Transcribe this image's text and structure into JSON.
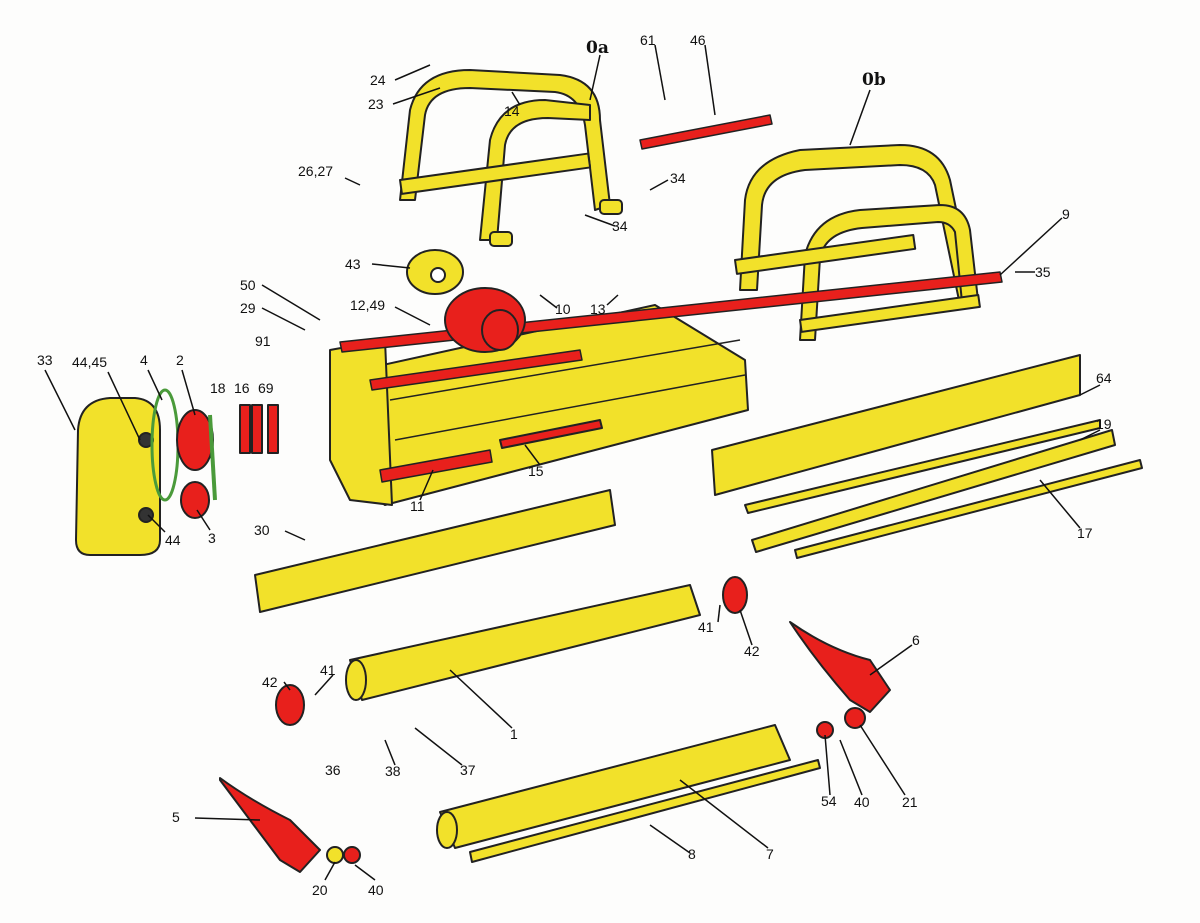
{
  "title": "Exploded parts diagram - flail mower",
  "frames": {
    "front_frame": "0a",
    "rear_frame": "0b"
  },
  "callouts": [
    "24",
    "23",
    "14",
    "61",
    "46",
    "26,27",
    "34",
    "34",
    "9",
    "35",
    "43",
    "50",
    "29",
    "12,49",
    "10",
    "13",
    "91",
    "33",
    "44,45",
    "4",
    "2",
    "18",
    "16",
    "69",
    "64",
    "19",
    "15",
    "11",
    "44",
    "3",
    "17",
    "30",
    "41",
    "42",
    "6",
    "42",
    "41",
    "1",
    "36",
    "38",
    "37",
    "54",
    "40",
    "21",
    "5",
    "8",
    "7",
    "20",
    "40"
  ],
  "colors": {
    "part_yellow": "#f2e12a",
    "part_red": "#e8201c",
    "outline": "#222222",
    "belt_green": "#4a9a3a"
  }
}
